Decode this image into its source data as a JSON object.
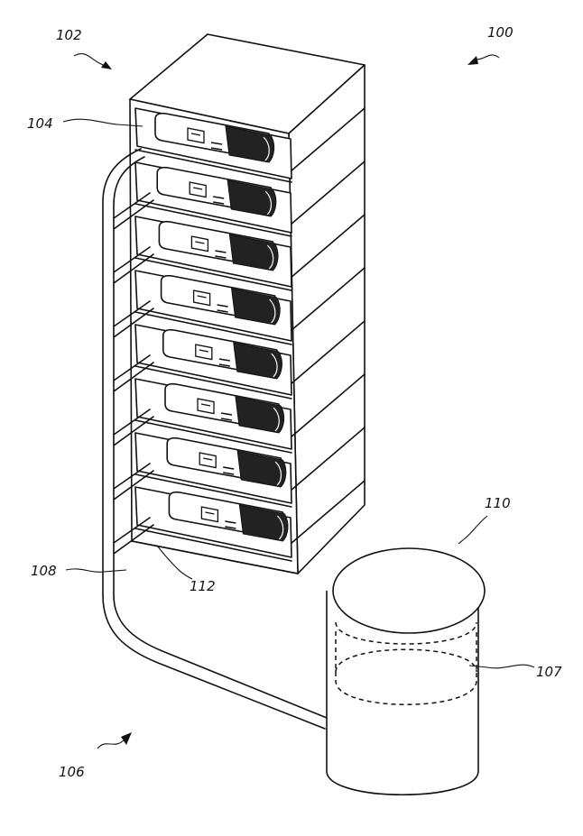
{
  "reference_numerals": {
    "system": "100",
    "rack": "102",
    "module": "104",
    "cooling_loop": "106",
    "fluid": "107",
    "conduit": "108",
    "reservoir": "110",
    "coupling": "112"
  },
  "unit_count": 8
}
